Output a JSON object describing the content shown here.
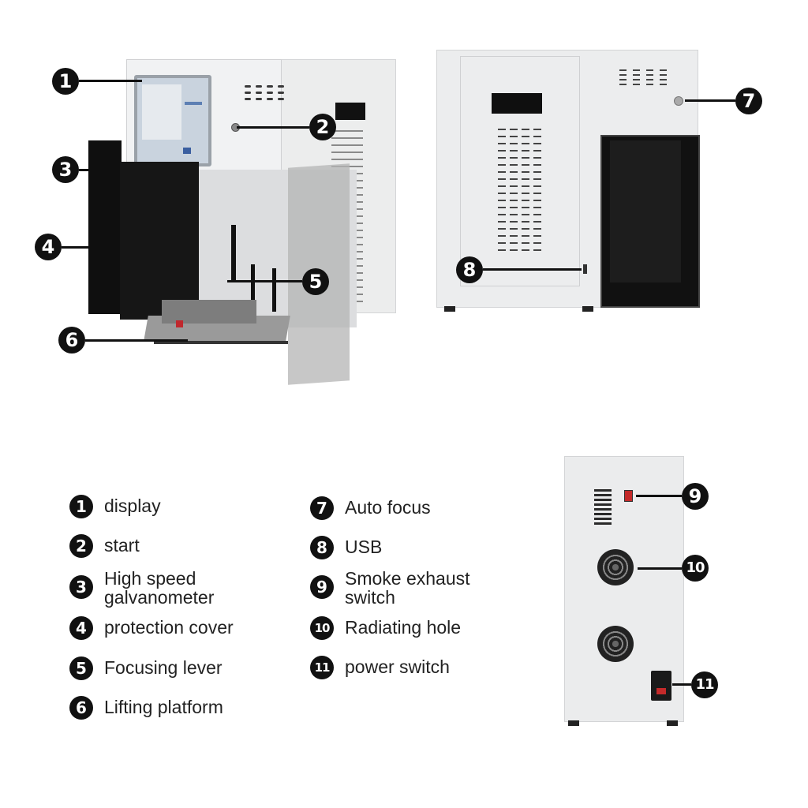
{
  "diagram": {
    "title": "",
    "views": [
      "front-three-quarter view",
      "side view",
      "rear view"
    ],
    "callouts": [
      {
        "number": "1",
        "label": "display"
      },
      {
        "number": "2",
        "label": "start"
      },
      {
        "number": "3",
        "label": "High speed galvanometer"
      },
      {
        "number": "4",
        "label": "protection cover"
      },
      {
        "number": "5",
        "label": "Focusing lever"
      },
      {
        "number": "6",
        "label": "Lifting platform"
      },
      {
        "number": "7",
        "label": "Auto focus"
      },
      {
        "number": "8",
        "label": "USB"
      },
      {
        "number": "9",
        "label": "Smoke exhaust switch"
      },
      {
        "number": "10",
        "label": "Radiating hole"
      },
      {
        "number": "11",
        "label": "power switch"
      }
    ]
  },
  "legend": {
    "left": [
      {
        "number": "1",
        "line1": "display",
        "line2": ""
      },
      {
        "number": "2",
        "line1": "start",
        "line2": ""
      },
      {
        "number": "3",
        "line1": "High speed",
        "line2": "galvanometer"
      },
      {
        "number": "4",
        "line1": "protection cover",
        "line2": ""
      },
      {
        "number": "5",
        "line1": "Focusing lever",
        "line2": ""
      },
      {
        "number": "6",
        "line1": "Lifting platform",
        "line2": ""
      }
    ],
    "right": [
      {
        "number": "7",
        "line1": "Auto focus",
        "line2": ""
      },
      {
        "number": "8",
        "line1": "USB",
        "line2": ""
      },
      {
        "number": "9",
        "line1": "Smoke exhaust",
        "line2": "switch"
      },
      {
        "number": "10",
        "line1": "Radiating hole",
        "line2": ""
      },
      {
        "number": "11",
        "line1": "power switch",
        "line2": ""
      }
    ]
  },
  "colors": {
    "badge": "#111111",
    "body": "#e9eaec",
    "dark": "#141414"
  }
}
